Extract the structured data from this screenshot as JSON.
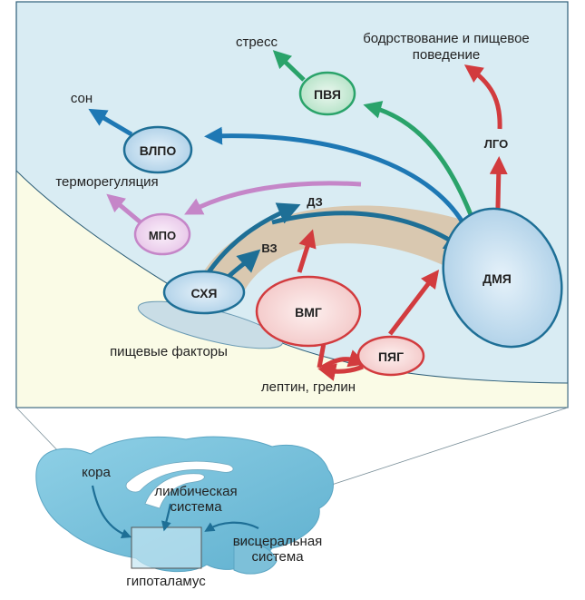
{
  "colors": {
    "panel_bg": "#d9ecf3",
    "lower_region": "#fafbe6",
    "tan_band": "#d8c4a8",
    "blue": "#1e78b4",
    "green": "#2aa36a",
    "red": "#d23b3e",
    "purple": "#c586c8",
    "brain": "#7ec6de"
  },
  "labels": {
    "stress": "стресс",
    "wake_line1": "бодрствование и пищевое",
    "wake_line2": "поведение",
    "sleep": "сон",
    "thermo": "терморегуляция",
    "food": "пищевые факторы",
    "hormones": "лептин, грелин"
  },
  "nodes": {
    "pvya": "ПВЯ",
    "vlpo": "ВЛПО",
    "lgo": "ЛГО",
    "dz": "ДЗ",
    "mpo": "МПО",
    "vz": "ВЗ",
    "dmya": "ДМЯ",
    "skhya": "СХЯ",
    "vmg": "ВМГ",
    "pyag": "ПЯГ"
  },
  "brain_labels": {
    "cortex": "кора",
    "limbic_line1": "лимбическая",
    "limbic_line2": "система",
    "visceral_line1": "висцеральная",
    "visceral_line2": "система",
    "hypothalamus": "гипоталамус"
  }
}
